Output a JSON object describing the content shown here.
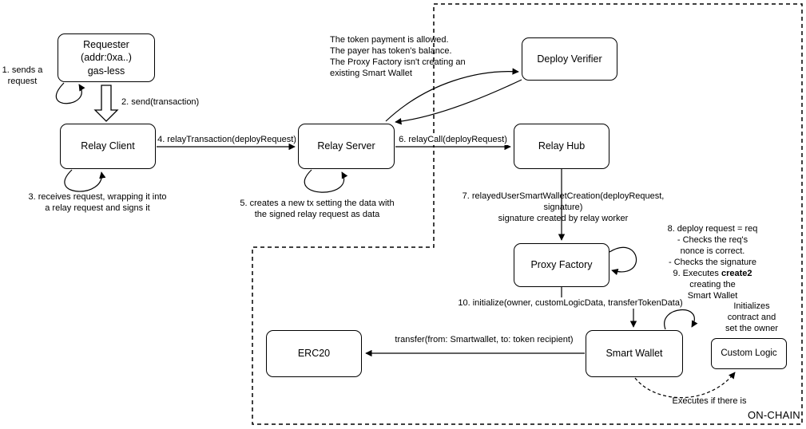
{
  "diagram": {
    "type": "flow-diagram",
    "on_chain_label": "ON-CHAIN",
    "nodes": {
      "requester": {
        "label": "Requester\n(addr:0xa..)\ngas-less"
      },
      "relay_client": {
        "label": "Relay Client"
      },
      "relay_server": {
        "label": "Relay Server"
      },
      "deploy_verifier": {
        "label": "Deploy Verifier"
      },
      "relay_hub": {
        "label": "Relay Hub"
      },
      "proxy_factory": {
        "label": "Proxy Factory"
      },
      "smart_wallet": {
        "label": "Smart Wallet"
      },
      "erc20": {
        "label": "ERC20"
      },
      "custom_logic": {
        "label": "Custom Logic"
      }
    },
    "labels": {
      "step1": "1. sends a\nrequest",
      "step2": "2. send(transaction)",
      "step3": "3. receives request, wrapping it into\na relay request and signs it",
      "step4": "4. relayTransaction(deployRequest)",
      "step5": "5. creates a new tx setting the data with\nthe signed relay request as data",
      "step6": "6. relayCall(deployRequest)",
      "verifier_note": "The token payment is allowed.\nThe payer has token's balance.\nThe Proxy Factory isn't creating an\nexisting Smart Wallet",
      "step7": "7. relayedUserSmartWalletCreation(deployRequest, signature)\nsignature created by relay worker",
      "step8_line1": "8. deploy request = req",
      "step8_line2": "- Checks the req's nonce is correct.",
      "step8_line3": "- Checks the signature",
      "step9_prefix": "9. Executes ",
      "step9_bold": "create2",
      "step9_suffix": " creating the",
      "step9_line2": "Smart Wallet",
      "step10": "10. initialize(owner, customLogicData, transferTokenData)",
      "transfer": "transfer(from: Smartwallet, to: token recipient)",
      "init_note": "Initializes contract and\nset the owner",
      "executes_note": "Executes if there is"
    },
    "colors": {
      "stroke": "#000000",
      "background": "#ffffff"
    }
  }
}
